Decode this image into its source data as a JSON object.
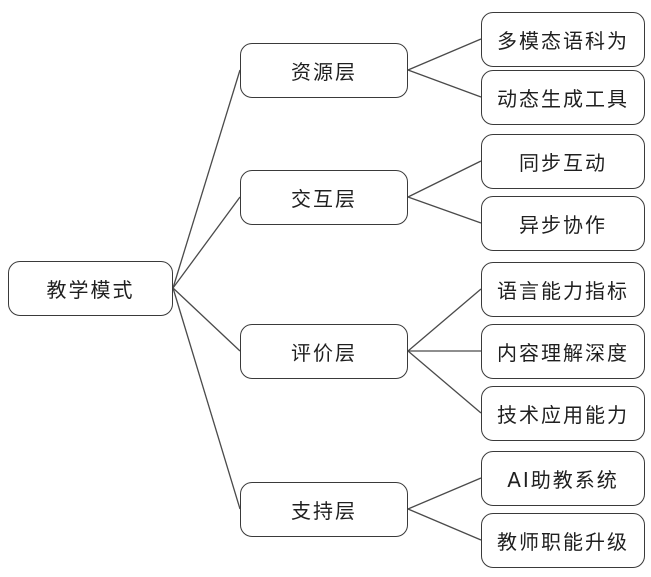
{
  "root": {
    "label": "教学模式"
  },
  "layers": [
    {
      "label": "资源层",
      "children": [
        "多模态语科为",
        "动态生成工具"
      ]
    },
    {
      "label": "交互层",
      "children": [
        "同步互动",
        "异步协作"
      ]
    },
    {
      "label": "评价层",
      "children": [
        "语言能力指标",
        "内容理解深度",
        "技术应用能力"
      ]
    },
    {
      "label": "支持层",
      "children": [
        "AI助教系统",
        "教师职能升级"
      ]
    }
  ],
  "colors": {
    "stroke": "#3a3a3a",
    "text": "#1f1f1f",
    "background": "#ffffff"
  }
}
